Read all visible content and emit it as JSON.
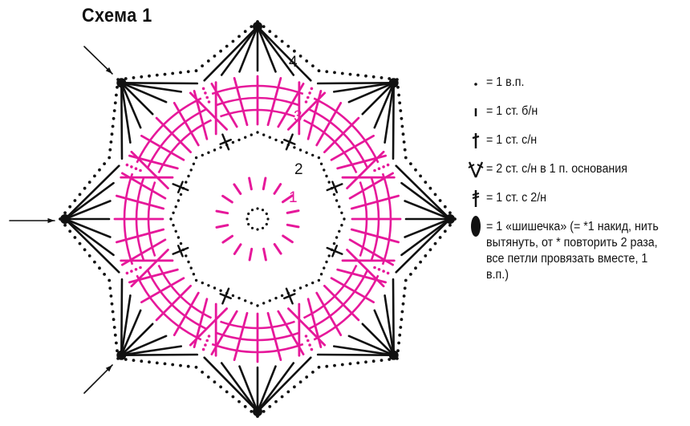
{
  "title": "Схема 1",
  "round_labels": [
    "1",
    "2",
    "3",
    "4"
  ],
  "colors": {
    "ink": "#111111",
    "accent": "#e6189a"
  },
  "legend": [
    {
      "symbol": "chain-stitch-icon",
      "text": "= 1 в.п."
    },
    {
      "symbol": "single-crochet-icon",
      "text": "= 1 ст. б/н"
    },
    {
      "symbol": "double-crochet-icon",
      "text": "= 1 ст. с/н"
    },
    {
      "symbol": "two-dc-one-base-icon",
      "text": "= 2 ст. с/н в 1 п. основания"
    },
    {
      "symbol": "treble-crochet-icon",
      "text": "= 1 ст. с 2/н"
    },
    {
      "symbol": "bobble-icon",
      "text": "= 1 «шишечка» (= *1 накид, нить вытянуть, от * повторить 2 раза, все петли провязать вместе, 1 в.п.)"
    }
  ]
}
